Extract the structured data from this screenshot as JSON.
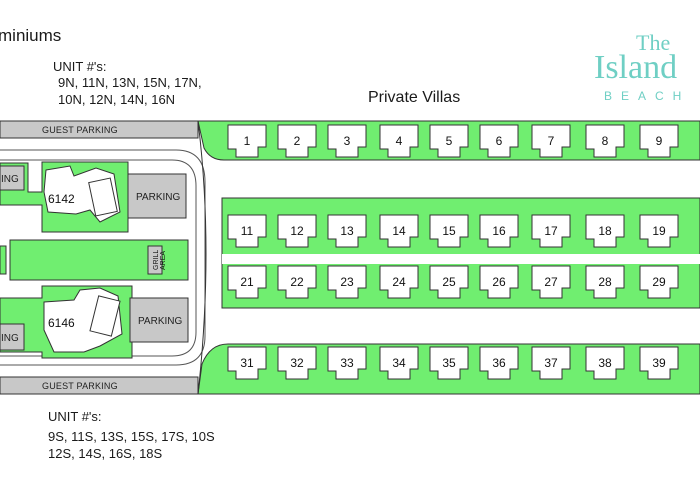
{
  "header": {
    "condo_title": "miniums",
    "villas_title": "Private Villas"
  },
  "logo": {
    "line1": "The",
    "line2": "Island",
    "line3": "BEACH",
    "color": "#6fcfc4"
  },
  "north_units": {
    "label": "UNIT #'s:",
    "line1": "9N, 11N, 13N, 15N, 17N,",
    "line2": "10N, 12N, 14N, 16N"
  },
  "south_units": {
    "label": "UNIT #'s:",
    "line1": "9S, 11S, 13S, 15S, 17S, 10S",
    "line2": "12S, 14S, 16S, 18S"
  },
  "map": {
    "guest_parking_top": "GUEST PARKING",
    "guest_parking_bottom": "GUEST PARKING",
    "parking_left_top": "ING",
    "parking_left_bottom": "ING",
    "parking_top": "PARKING",
    "parking_bottom": "PARKING",
    "building_north": "6142",
    "building_south": "6146",
    "grill_line1": "GRILL",
    "grill_line2": "AREA",
    "colors": {
      "green": "#70ee70",
      "road": "#c8c8c8",
      "outline": "#333333"
    }
  },
  "villas": {
    "row1": [
      "1",
      "2",
      "3",
      "4",
      "5",
      "6",
      "7",
      "8",
      "9"
    ],
    "row2": [
      "11",
      "12",
      "13",
      "14",
      "15",
      "16",
      "17",
      "18",
      "19"
    ],
    "row3": [
      "21",
      "22",
      "23",
      "24",
      "25",
      "26",
      "27",
      "28",
      "29"
    ],
    "row4": [
      "31",
      "32",
      "33",
      "34",
      "35",
      "36",
      "37",
      "38",
      "39"
    ]
  }
}
